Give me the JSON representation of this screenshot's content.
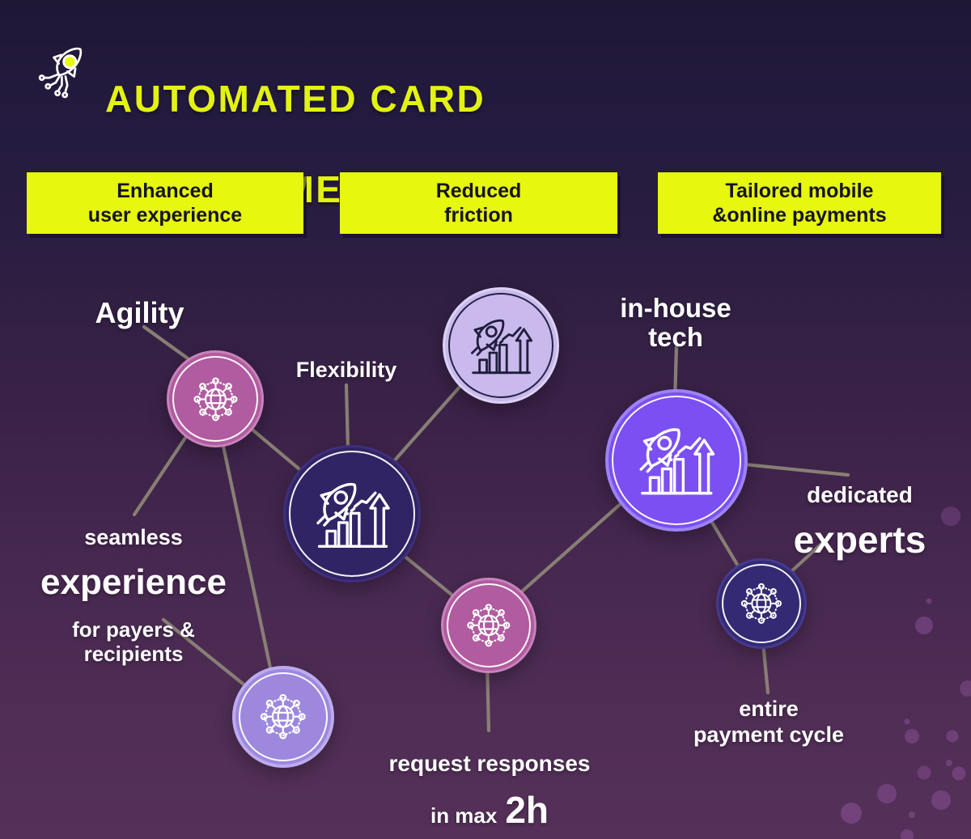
{
  "header": {
    "title_line1": "AUTOMATED CARD",
    "title_line2": "MANAGEMENT",
    "logo_icon": "rocket-circuit-icon"
  },
  "banners": [
    {
      "label": "Enhanced\nuser experience"
    },
    {
      "label": "Reduced\nfriction"
    },
    {
      "label": "Tailored mobile\n&online payments"
    }
  ],
  "diagram": {
    "labels": {
      "agility": "Agility",
      "flexibility": "Flexibility",
      "inhouse": "in-house\ntech",
      "seamless_top": "seamless",
      "seamless_main": "experience",
      "seamless_sub": "for payers &\nrecipients",
      "experts_top": "dedicated",
      "experts_main": "experts",
      "entire": "entire\npayment cycle",
      "request_top": "request responses",
      "request_prefix": "in max",
      "request_value": "2h"
    },
    "nodes": [
      {
        "name": "agility-node",
        "icon": "global-network-icon",
        "color": "#b15ba0"
      },
      {
        "name": "momentum-top-node",
        "icon": "rocket-growth-chart-icon",
        "color": "#c9b9ec"
      },
      {
        "name": "flexibility-node",
        "icon": "rocket-growth-chart-icon",
        "color": "#312465"
      },
      {
        "name": "inhouse-tech-node",
        "icon": "rocket-growth-chart-icon",
        "color": "#7b4ff2"
      },
      {
        "name": "responses-node",
        "icon": "global-network-icon",
        "color": "#b15ba0"
      },
      {
        "name": "payers-network-node",
        "icon": "global-network-icon",
        "color": "#9d88de"
      },
      {
        "name": "payment-cycle-node",
        "icon": "global-network-icon",
        "color": "#342a74"
      }
    ]
  },
  "colors": {
    "background_top": "#1f1736",
    "background_bottom": "#553159",
    "accent_yellow": "#e7f70d",
    "title_yellow": "#e3f311",
    "connector_gray": "#8c8477",
    "text_white": "#fdfdfd"
  }
}
